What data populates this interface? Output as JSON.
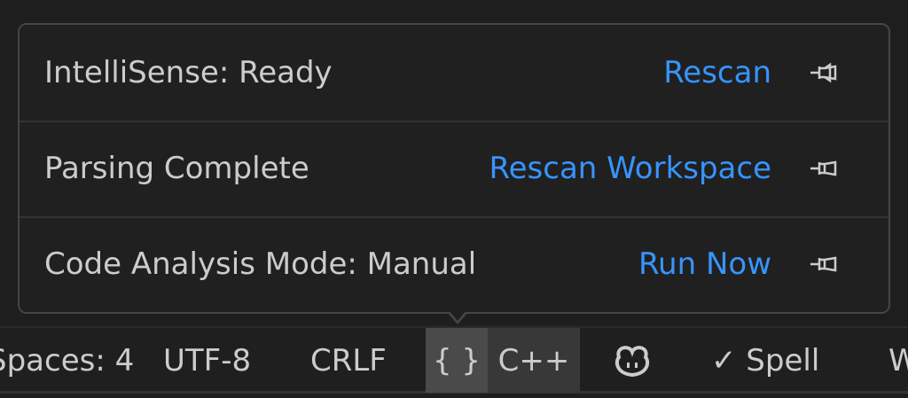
{
  "popup": {
    "rows": [
      {
        "label": "IntelliSense: Ready",
        "action": "Rescan",
        "pin_icon": "pin-icon"
      },
      {
        "label": "Parsing Complete",
        "action": "Rescan Workspace",
        "pin_icon": "pin-icon"
      },
      {
        "label": "Code Analysis Mode: Manual",
        "action": "Run Now",
        "pin_icon": "pin-icon"
      }
    ]
  },
  "statusbar": {
    "spaces": "Spaces: 4",
    "encoding": "UTF-8",
    "eol": "CRLF",
    "language_status_icon": "{ }",
    "language": "C++",
    "copilot_icon": "copilot-icon",
    "spell": "✓ Spell",
    "next": "W"
  },
  "colors": {
    "link": "#3794ff",
    "background": "#1f1f1f",
    "border": "#454545"
  }
}
